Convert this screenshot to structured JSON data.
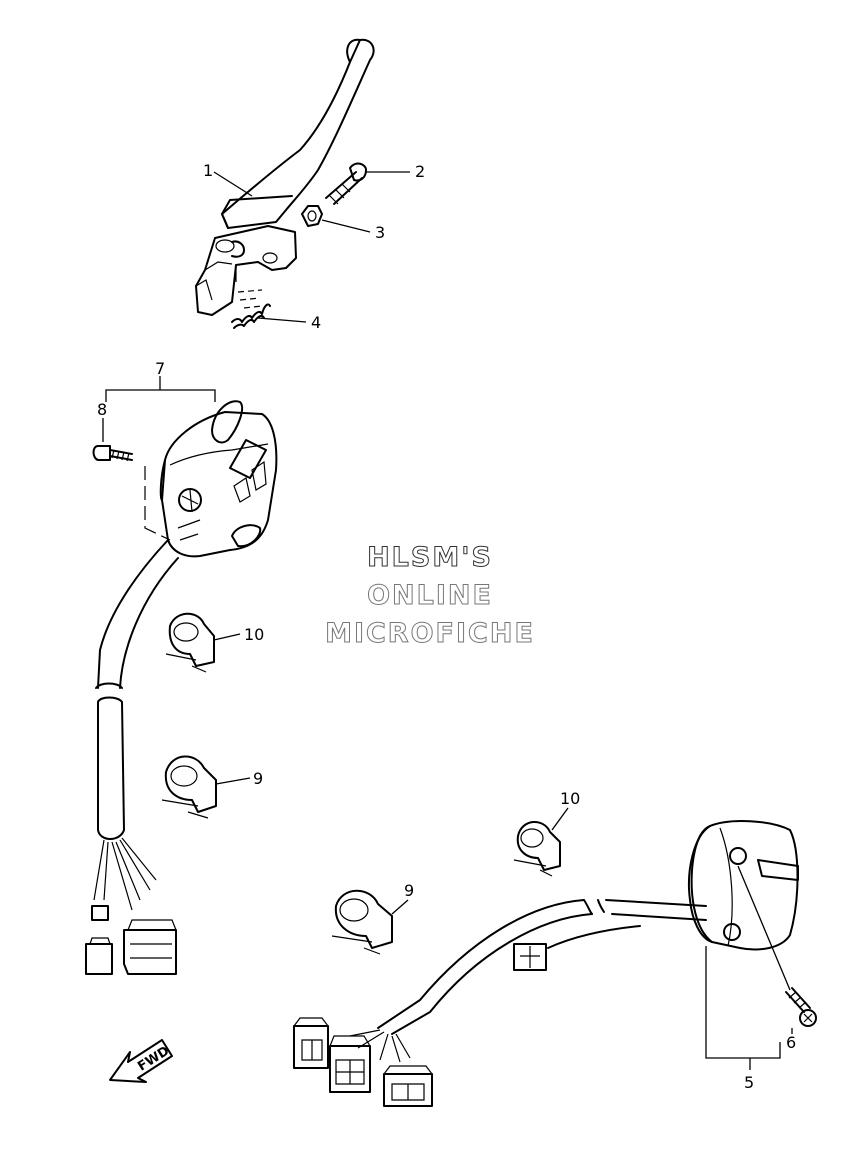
{
  "diagram": {
    "watermark": [
      "HLSM'S",
      "ONLINE",
      "MICROFICHE"
    ],
    "fwd_label": "FWD",
    "callouts": {
      "lever": "1",
      "lever_bolt": "2",
      "lever_nut": "3",
      "lever_spring": "4",
      "right_switch_assy": "5",
      "right_switch_screw": "6",
      "left_switch_assy": "7",
      "left_switch_screw": "8",
      "left_clamp_lower": "9",
      "left_clamp_upper": "10",
      "right_clamp_large": "9",
      "right_clamp_small": "10"
    }
  }
}
